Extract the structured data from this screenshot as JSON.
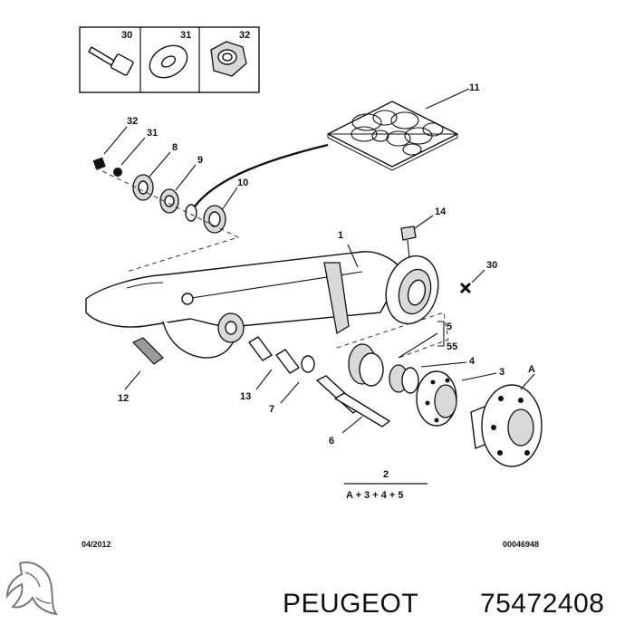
{
  "callouts": {
    "c30_box": "30",
    "c31_box": "31",
    "c32_box": "32",
    "c11": "11",
    "c32": "32",
    "c31": "31",
    "c8": "8",
    "c9": "9",
    "c10": "10",
    "c14": "14",
    "c1": "1",
    "c30": "30",
    "c5": "5",
    "c55": "55",
    "c4": "4",
    "c3": "3",
    "cA": "A",
    "c12": "12",
    "c13": "13",
    "c7": "7",
    "c6": "6",
    "c2": "2"
  },
  "assembly_formula": "A + 3 + 4 + 5",
  "footer": {
    "date": "04/2012",
    "reference": "00046948"
  },
  "brand": {
    "name": "PEUGEOT",
    "part_number": "75472408"
  },
  "icons": [
    "peugeot-lion-icon",
    "bolt-icon",
    "washer-icon",
    "nut-icon"
  ]
}
